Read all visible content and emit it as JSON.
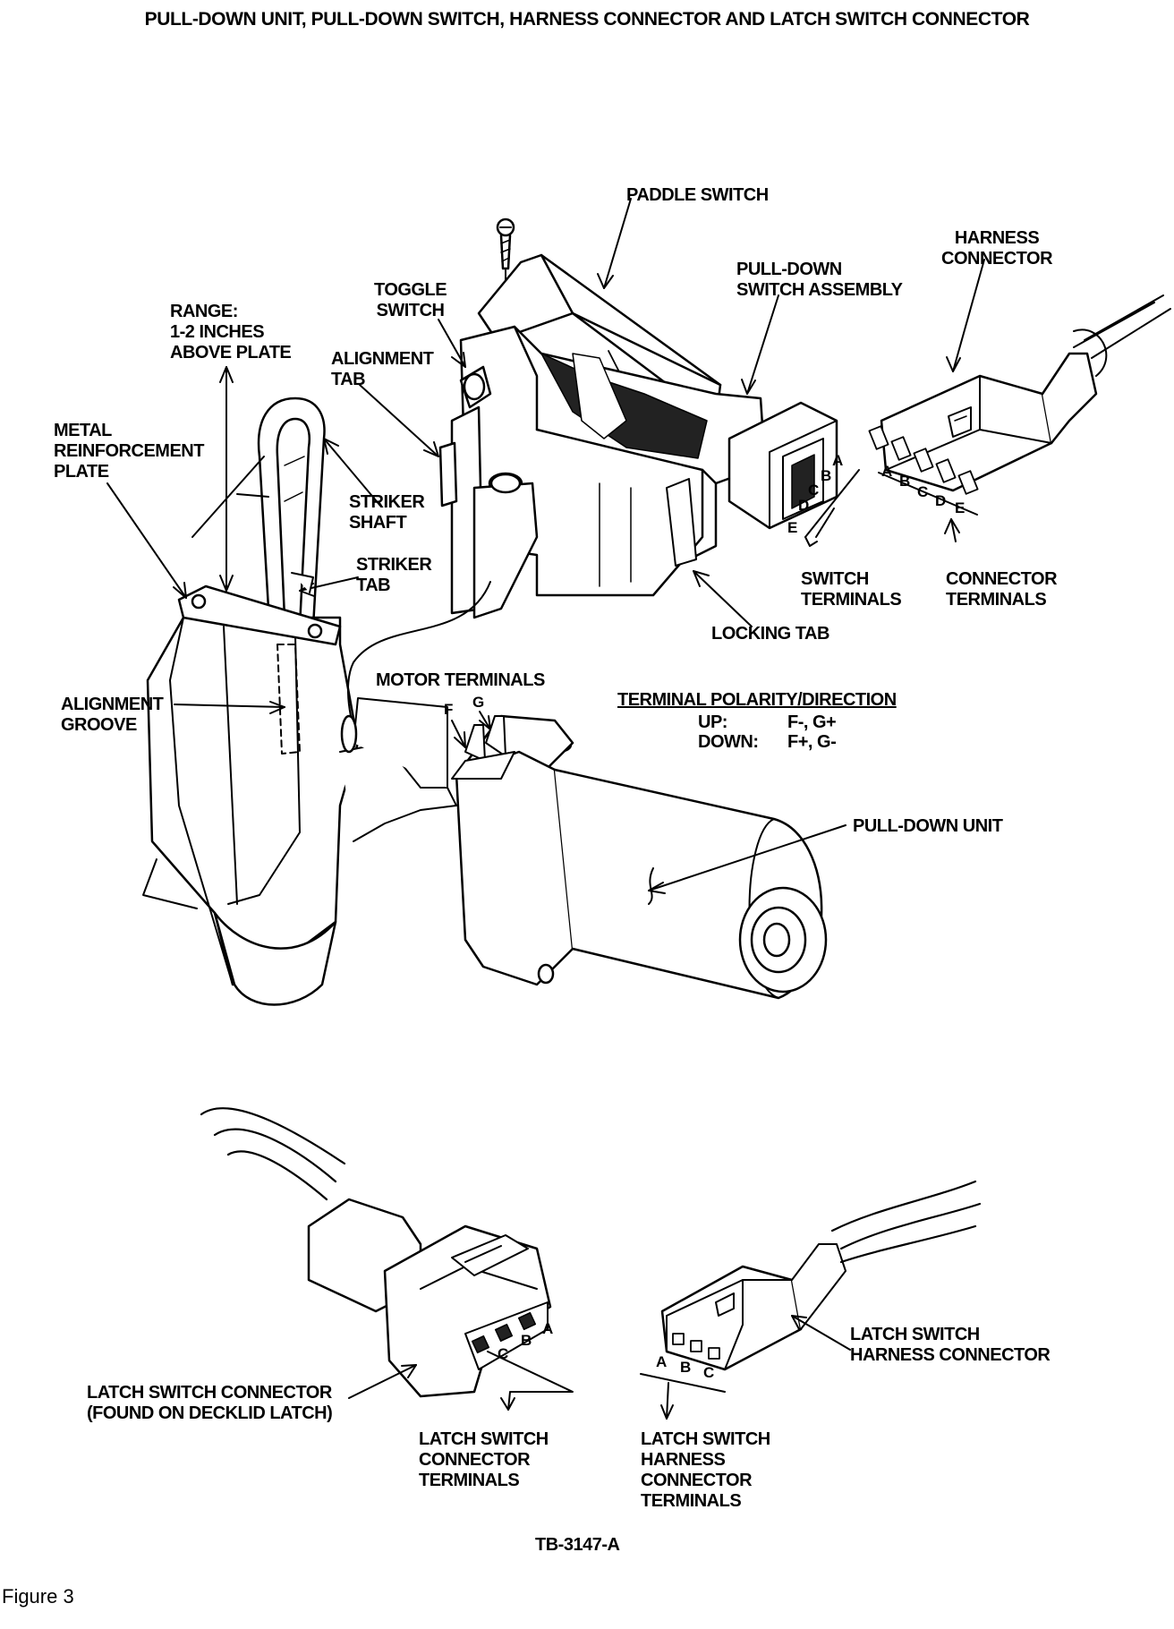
{
  "title": "PULL-DOWN UNIT, PULL-DOWN SWITCH, HARNESS CONNECTOR AND LATCH SWITCH CONNECTOR",
  "labels": {
    "paddle_switch": "PADDLE SWITCH",
    "harness_connector": "HARNESS\nCONNECTOR",
    "pulldown_switch_assembly": "PULL-DOWN\nSWITCH ASSEMBLY",
    "toggle_switch": "TOGGLE\nSWITCH",
    "range": "RANGE:\n1-2 INCHES\nABOVE PLATE",
    "alignment_tab": "ALIGNMENT\nTAB",
    "metal_reinforcement_plate": "METAL\nREINFORCEMENT\nPLATE",
    "striker_shaft": "STRIKER\nSHAFT",
    "striker_tab": "STRIKER\nTAB",
    "switch_terminals": "SWITCH\nTERMINALS",
    "connector_terminals": "CONNECTOR\nTERMINALS",
    "locking_tab": "LOCKING TAB",
    "motor_terminals": "MOTOR TERMINALS",
    "alignment_groove": "ALIGNMENT\nGROOVE",
    "pulldown_unit": "PULL-DOWN UNIT",
    "latch_switch_connector": "LATCH SWITCH CONNECTOR\n(FOUND ON DECKLID LATCH)",
    "latch_switch_harness_connector": "LATCH SWITCH\nHARNESS CONNECTOR",
    "latch_switch_connector_terminals": "LATCH SWITCH\nCONNECTOR\nTERMINALS",
    "latch_switch_harness_connector_terminals": "LATCH SWITCH\nHARNESS\nCONNECTOR\nTERMINALS"
  },
  "terminal_letters": {
    "switch": [
      "A",
      "B",
      "C",
      "D",
      "E"
    ],
    "connector": [
      "A",
      "B",
      "C",
      "D",
      "E"
    ],
    "motor": [
      "F",
      "G"
    ],
    "latch_connector": [
      "A",
      "B",
      "C"
    ],
    "latch_harness": [
      "A",
      "B",
      "C"
    ]
  },
  "polarity_table": {
    "heading": "TERMINAL POLARITY/DIRECTION",
    "rows": [
      {
        "direction": "UP:",
        "value": "F-, G+"
      },
      {
        "direction": "DOWN:",
        "value": "F+, G-"
      }
    ]
  },
  "code": "TB-3147-A",
  "figure": "Figure 3"
}
